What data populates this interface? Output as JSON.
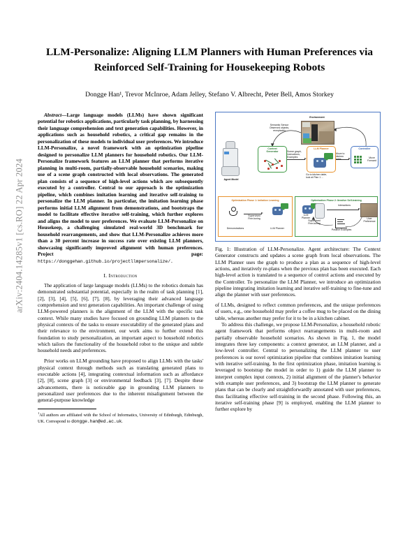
{
  "arxiv_stamp": "arXiv:2404.14285v1  [cs.RO]  22 Apr 2024",
  "title": "LLM-Personalize: Aligning LLM Planners with Human Preferences via Reinforced Self-Training for Housekeeping Robots",
  "authors": "Dongge Han¹, Trevor McInroe, Adam Jelley, Stefano V. Albrecht, Peter Bell, Amos Storkey",
  "abstract": {
    "head": "Abstract—",
    "text_before_link": "Large language models (LLMs) have shown significant potential for robotics applications, particularly task planning, by harnessing their language comprehension and text generation capabilities. However, in applications such as household robotics, a critical gap remains in the personalization of these models to individual user preferences. We introduce LLM-Personalize, a novel framework with an optimization pipeline designed to personalize LLM planners for household robotics. Our LLM-Personalize framework features an LLM planner that performs iterative planning in multi-room, partially-observable household scenarios, making use of a scene graph constructed with local observations. The generated plan consists of a sequence of high-level actions which are subsequently executed by a controller. Central to our approach is the optimization pipeline, which combines imitation learning and iterative self-training to personalize the LLM planner. In particular, the imitation learning phase performs initial LLM alignment from demonstrations, and bootstraps the model to facilitate effective iterative self-training, which further explores and aligns the model to user preferences. We evaluate LLM-Personalize on Housekeep, a challenging simulated real-world 3D benchmark for household rearrangements, and show that LLM-Personalize achieves more than a 30 percent increase in success rate over existing LLM planners, showcasing significantly improved alignment with human preferences. Project page: ",
    "link": "https://donggehan.github.io/projectllmpersonalize/."
  },
  "section_intro": {
    "heading": "I. Introduction",
    "paragraphs": [
      "The application of large language models (LLMs) to the robotics domain has demonstrated substantial potential, especially in the realm of task planning [1], [2], [3], [4], [5], [6], [7], [8], by leveraging their advanced language comprehension and text generation capabilities. An important challenge of using LLM-powered planners is the alignment of the LLM with the specific task context. While many studies have focused on grounding LLM planners to the physical contexts of the tasks to ensure executability of the generated plans and their relevance to the environment, our work aims to further extend this foundation to study personalization, an important aspect to household robotics which tailors the functionality of the household robot to the unique and subtle household needs and preferences.",
      "Prior works on LLM grounding have proposed to align LLMs with the tasks' physical context through methods such as translating generated plans to executable actions [4], integrating contextual information such as affordance [2], [8], scene graph [3] or environmental feedback [3], [7]. Despite these advancements, there is noticeable gap in grounding LLM planners to personalized user preferences due to the inherent misalignment between the general-purpose knowledge"
    ]
  },
  "footnote": {
    "marker": "1",
    "text_before_email": "All authors are affiliated with the School of Informatics, University of Edinburgh, Edinburgh, UK. Correspond to ",
    "email": "dongge.han@ed.ac.uk",
    "text_after_email": "."
  },
  "figure": {
    "environment_label": "Environment",
    "agent_model_label": "Agent Model",
    "semantic_sensor_label": "Semantic Sensor\nObserved objects,\nreceptacles",
    "nodes": [
      {
        "name": "Context\nGenerator"
      },
      {
        "name": "LLM Planner"
      },
      {
        "name": "Controller"
      }
    ],
    "edge_context_to_planner": "Scene graph,\nInstructions,\nExamples",
    "edge_planner_caption": "Go to kitchen table,\nlook at Plan 1 ...",
    "edge_planner_to_controller": "Move to kitchen\ntable",
    "controller_inner_label": "Move\nForward",
    "phase1": {
      "title": "Optimisation Phase 1: Imitation Learning",
      "left_label": "Demonstrations",
      "arrow_label": "Supervised\nFine-tuning",
      "right_label": "LLM Planner"
    },
    "phase2": {
      "title": "Optimisation Phase 2: Iterative Self-training",
      "planner_label": "LLM\nPlanner",
      "interactions_label": "Interactions",
      "user_pref_label": "User\nPreference",
      "positive_samples_label": "Positive Examples",
      "arrow_label": "Supervised\nFine-tuning"
    },
    "caption_label": "Fig. 1:",
    "caption_text": " Illustration of LLM-Personalize. Agent architecture: The Context Generator constructs and updates a scene graph from local observations. The LLM Planner uses the graph to produce a plan as a sequence of high-level actions, and iteratively re-plans when the previous plan has been executed. Each high-level action is translated to a sequence of control actions and executed by the Controller. To personalize the LLM Planner, we introduce an optimization pipeline integrating imitation learning and iterative self-training to fine-tune and align the planner with user preferences."
  },
  "right_column_paragraphs": [
    "of LLMs, designed to reflect common preferences, and the unique preferences of users, e.g., one household may prefer a coffee mug to be placed on the dining table, whereas another may prefer for it to be in a kitchen cabinet.",
    "To address this challenge, we propose LLM-Personalize, a household robotic agent framework that performs object rearrangements in multi-room and partially observable household scenarios. As shown in Fig. 1, the model integrates three key components: a context generator, an LLM planner, and a low-level controller. Central to personalizing the LLM planner to user preferences is our novel optimization pipeline that combines imitation learning with iterative self-training. In the first optimization phase, imitation learning is leveraged to bootstrap the model in order to 1) guide the LLM planner to interpret complex input contexts, 2) initial alignment of the planner's behavior with example user preferences, and 3) bootstrap the LLM planner to generate plans that can be clearly and straightforwardly annotated with user preferences, thus facilitating effective self-training in the second phase. Following this, an iterative self-training phase [9] is employed, enabling the LLM planner to further explore by"
  ],
  "colors": {
    "accent_green": "#3f9a46",
    "accent_orange": "#e8922c",
    "accent_blue": "#4a77c4",
    "stamp_gray": "#8d8d8d"
  }
}
